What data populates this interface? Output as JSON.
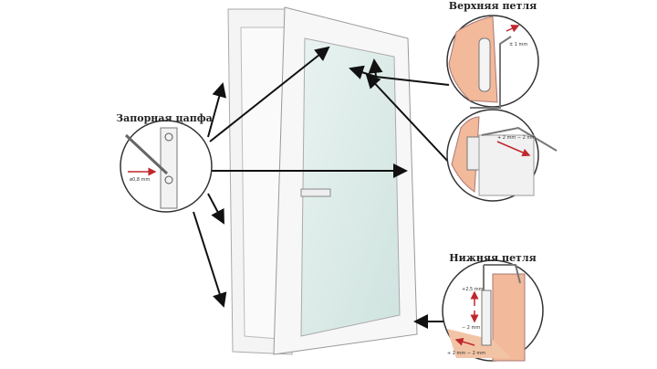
{
  "labels": {
    "top_hinge": "Верхняя петля",
    "locking_pin": "Запорная цапфа",
    "bottom_hinge": "Нижняя петля"
  },
  "measurements": {
    "top_hinge": "± 1 mm",
    "locking_pin": "ø0,8 mm",
    "middle_hinge": "+ 2 mm  − 2 mm",
    "bottom_vertical_plus": "+2,5 mm",
    "bottom_vertical_minus": "− 2 mm",
    "bottom_horizontal": "+ 2 mm   − 2 mm"
  },
  "colors": {
    "arrow": "#111111",
    "accent": "#c0272d",
    "wood": "#f2b99a"
  }
}
